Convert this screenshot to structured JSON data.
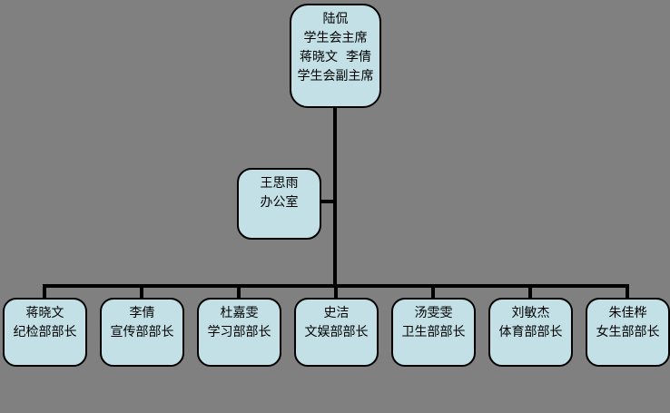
{
  "diagram": {
    "type": "org-chart",
    "background_color": "#808080",
    "node_fill_color": "#c2e0e6",
    "node_border_color": "#000000",
    "connector_color": "#000000",
    "root": {
      "lines": [
        "陆侃",
        "学生会主席",
        "蒋晓文  李倩",
        "学生会副主席"
      ]
    },
    "office": {
      "lines": [
        "王思雨",
        "办公室"
      ]
    },
    "departments": [
      {
        "name": "蒋晓文",
        "title": "纪检部部长"
      },
      {
        "name": "李倩",
        "title": "宣传部部长"
      },
      {
        "name": "杜嘉雯",
        "title": "学习部部长"
      },
      {
        "name": "史洁",
        "title": "文娱部部长"
      },
      {
        "name": "汤雯雯",
        "title": "卫生部部长"
      },
      {
        "name": "刘敏杰",
        "title": "体育部部长"
      },
      {
        "name": "朱佳桦",
        "title": "女生部部长"
      }
    ]
  }
}
